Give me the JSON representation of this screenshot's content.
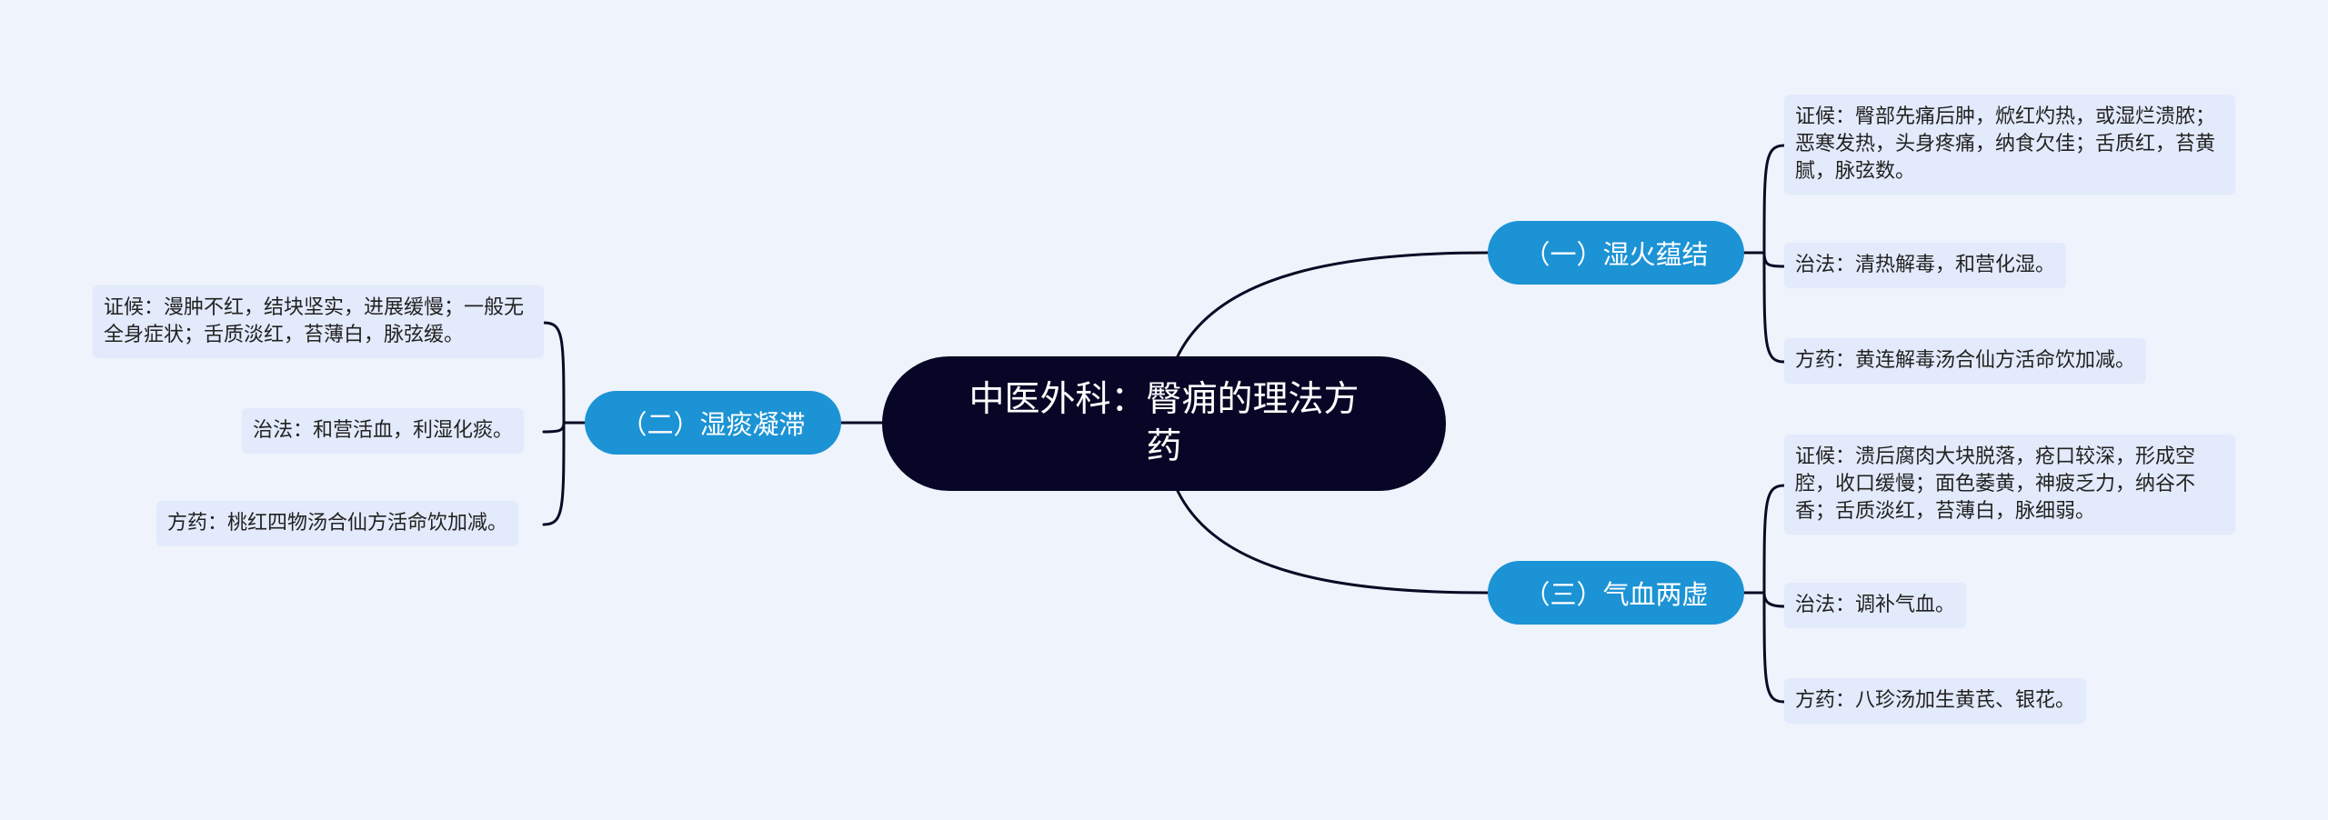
{
  "root": {
    "title": "中医外科：臀痈的理法方药"
  },
  "branches": [
    {
      "label": "（一）湿火蕴结",
      "leaves": [
        "证候：臀部先痛后肿，焮红灼热，或湿烂溃脓；恶寒发热，头身疼痛，纳食欠佳；舌质红，苔黄腻，脉弦数。",
        "治法：清热解毒，和营化湿。",
        "方药：黄连解毒汤合仙方活命饮加减。"
      ]
    },
    {
      "label": "（二）湿痰凝滞",
      "leaves": [
        "证候：漫肿不红，结块坚实，进展缓慢；一般无全身症状；舌质淡红，苔薄白，脉弦缓。",
        "治法：和营活血，利湿化痰。",
        "方药：桃红四物汤合仙方活命饮加减。"
      ]
    },
    {
      "label": "（三）气血两虚",
      "leaves": [
        "证候：溃后腐肉大块脱落，疮口较深，形成空腔，收口缓慢；面色萎黄，神疲乏力，纳谷不香；舌质淡红，苔薄白，脉细弱。",
        "治法：调补气血。",
        "方药：八珍汤加生黄芪、银花。"
      ]
    }
  ],
  "colors": {
    "background": "#eef3fc",
    "root_fill": "#080626",
    "branch_fill": "#1c93d4",
    "leaf_fill": "#e2eafb",
    "line": "#0a0a24"
  }
}
